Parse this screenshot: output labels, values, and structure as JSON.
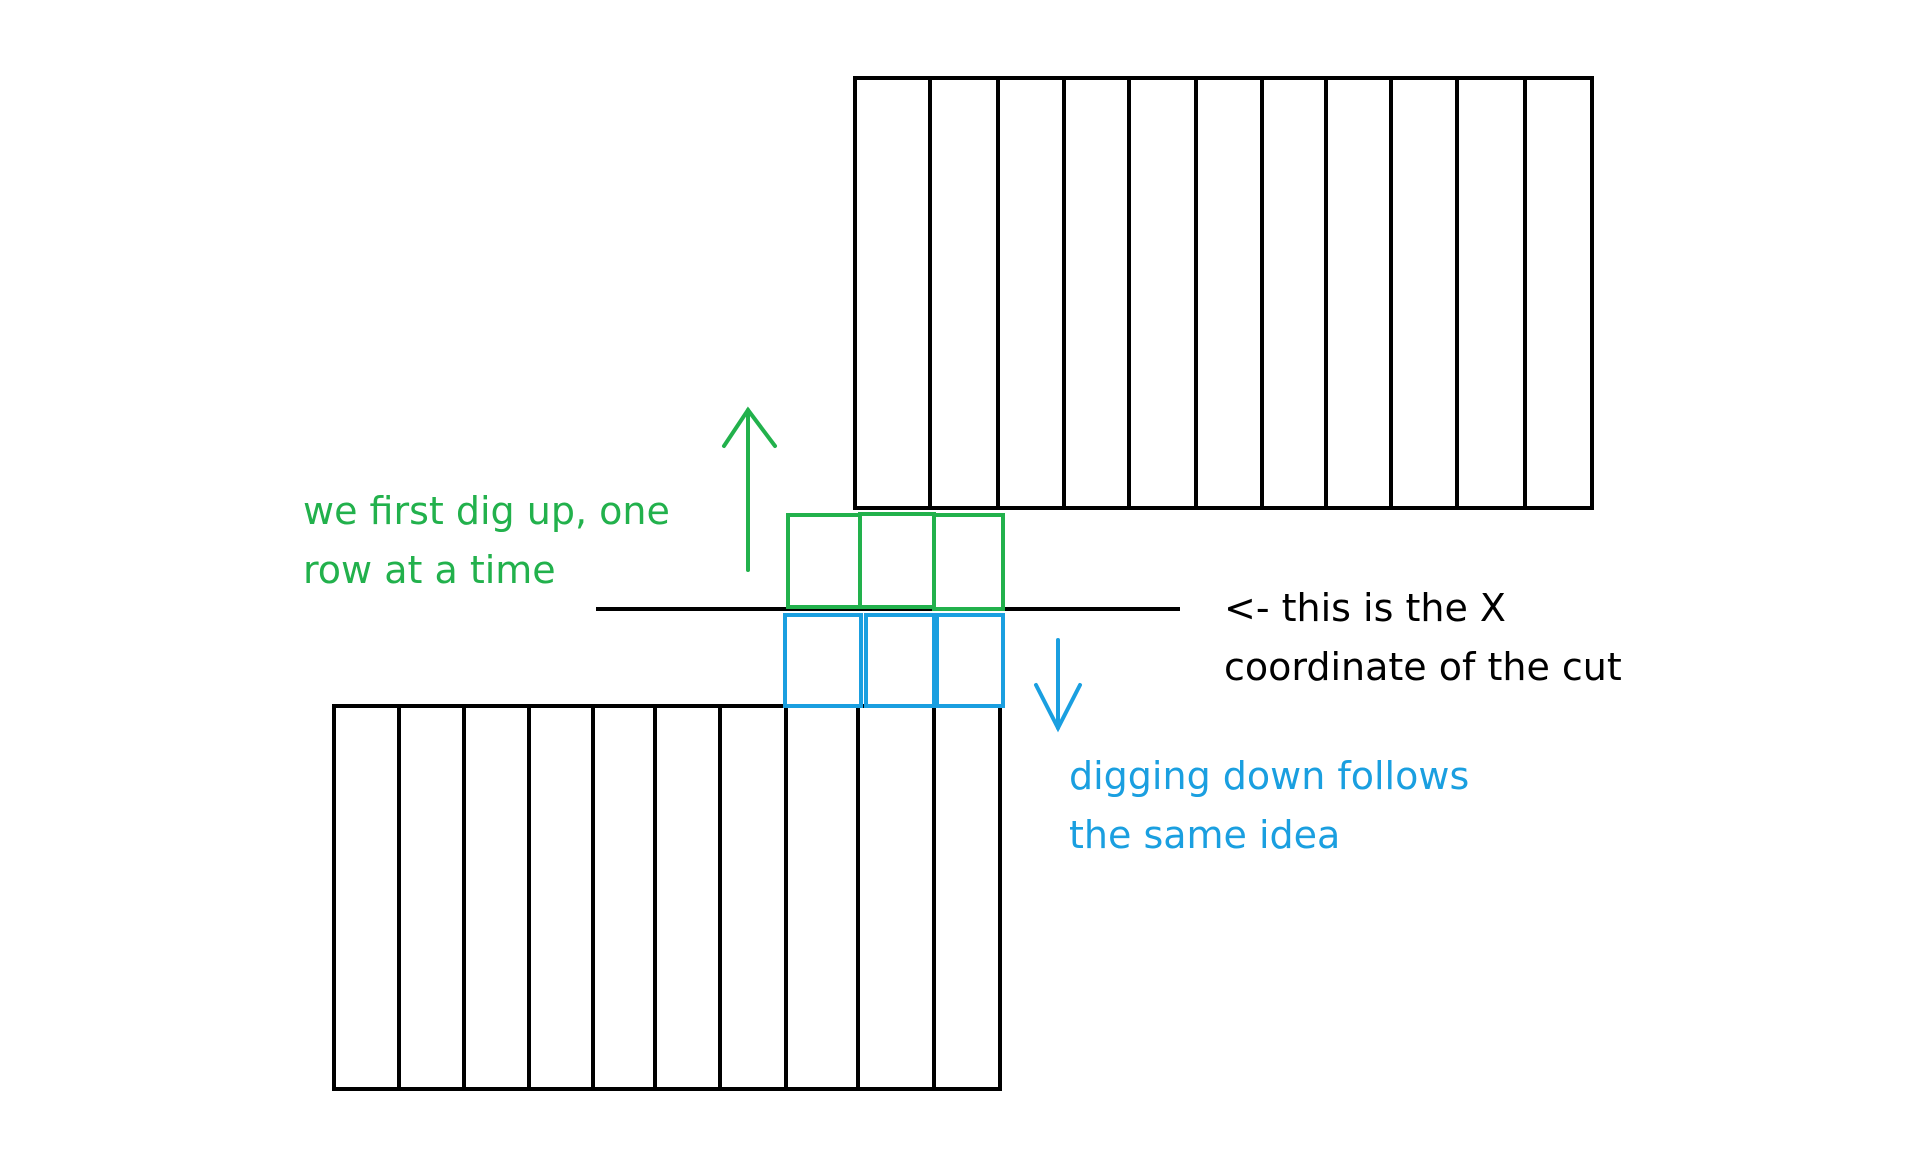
{
  "annotations": {
    "green_line1": "we first dig up, one",
    "green_line2": "row at a time",
    "cut_line1": "<- this is the X",
    "cut_line2": "coordinate of the cut",
    "blue_line1": "digging down follows",
    "blue_line2": "the same idea"
  },
  "colors": {
    "ink": "#000000",
    "green": "#22b14c",
    "blue": "#1a9fe0",
    "background": "#ffffff"
  }
}
